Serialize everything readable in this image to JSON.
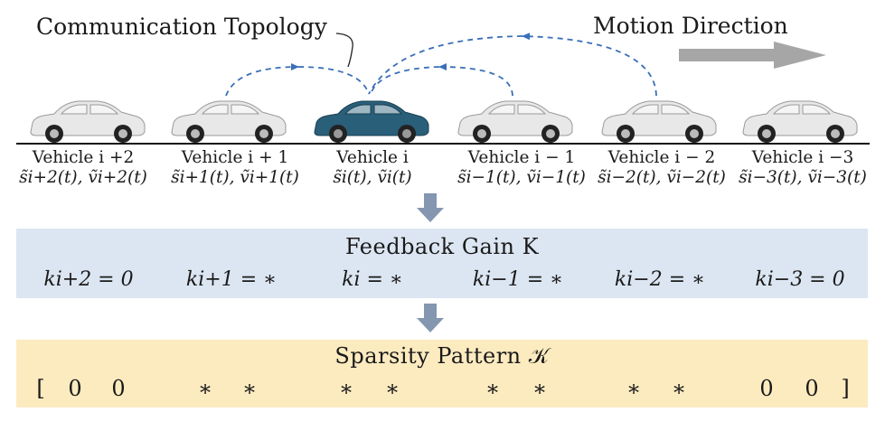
{
  "header": {
    "communication_topology": "Communication Topology",
    "motion_direction": "Motion Direction"
  },
  "colors": {
    "ego_car": "#2a5f7a",
    "other_car": "#e6e6e6",
    "link_arrow": "#3a6fb8",
    "flow_arrow": "#8496b0",
    "gain_band": "#dce6f2",
    "sparsity_band": "#fdebc0",
    "motion_arrow": "#a6a6a6"
  },
  "vehicles": [
    {
      "name": "Vehicle i +2",
      "state": "s̃i+2(t), ṽi+2(t)",
      "ego": false
    },
    {
      "name": "Vehicle i + 1",
      "state": "s̃i+1(t), ṽi+1(t)",
      "ego": false
    },
    {
      "name": "Vehicle i",
      "state": "s̃i(t), ṽi(t)",
      "ego": true
    },
    {
      "name": "Vehicle i − 1",
      "state": "s̃i−1(t), ṽi−1(t)",
      "ego": false
    },
    {
      "name": "Vehicle i − 2",
      "state": "s̃i−2(t), ṽi−2(t)",
      "ego": false
    },
    {
      "name": "Vehicle i −3",
      "state": "s̃i−3(t), ṽi−3(t)",
      "ego": false
    }
  ],
  "feedback": {
    "title": "Feedback Gain K",
    "gains": [
      "ki+2 = 0",
      "ki+1 = ∗",
      "ki = ∗",
      "ki−1 = ∗",
      "ki−2 = ∗",
      "ki−3 = 0"
    ]
  },
  "sparsity": {
    "title": "Sparsity Pattern 𝒦",
    "open_bracket": "[",
    "close_bracket": "]",
    "entries": [
      "0",
      "0",
      "∗",
      "∗",
      "∗",
      "∗",
      "∗",
      "∗",
      "∗",
      "∗",
      "0",
      "0"
    ]
  }
}
